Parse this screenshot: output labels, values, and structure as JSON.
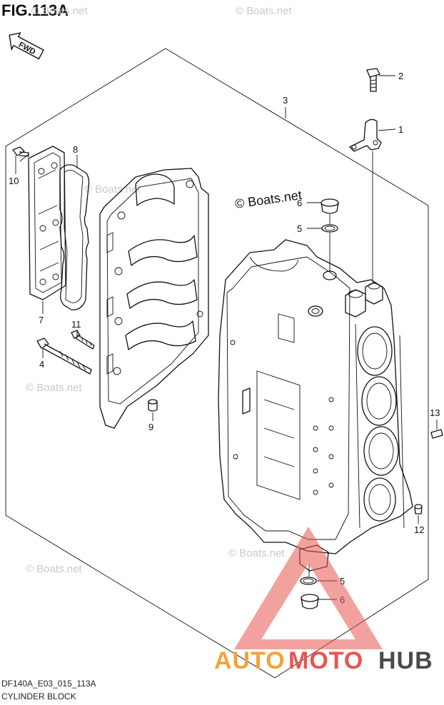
{
  "figure": {
    "title": "FIG.113A",
    "fwd_label": "FWD",
    "code": "DF140A_E03_015_113A",
    "name": "CYLINDER BLOCK"
  },
  "watermarks": {
    "main": "© Boats.net",
    "faint": "© Boats.net"
  },
  "logo": {
    "part1": "AUTO",
    "part2": "MOTO",
    "part3": "HUB",
    "colors": {
      "auto": "#f2a33a",
      "moto": "#e8554f",
      "hub": "#4a4a4a",
      "triangle": "#e8554f"
    }
  },
  "callouts": {
    "c1": "1",
    "c2": "2",
    "c3": "3",
    "c4": "4",
    "c5a": "5",
    "c5b": "5",
    "c6a": "6",
    "c6b": "6",
    "c7": "7",
    "c8": "8",
    "c9": "9",
    "c10": "10",
    "c11": "11",
    "c12": "12",
    "c13": "13"
  }
}
